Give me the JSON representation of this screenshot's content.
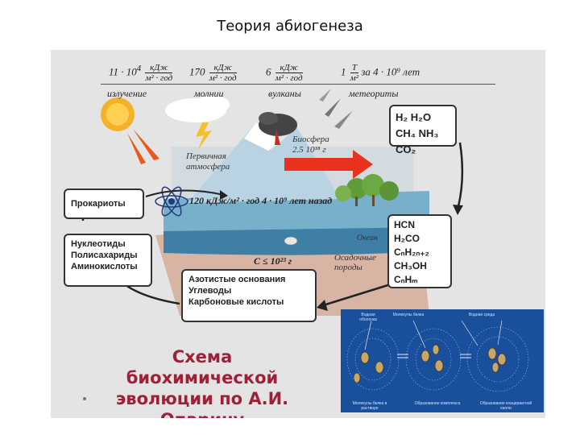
{
  "page": {
    "title": "Теория абиогенеза"
  },
  "energy_sources": [
    {
      "value": "11 · 10",
      "exp": "4",
      "unit_top": "кДж",
      "unit_bottom": "м² · год",
      "suffix": "",
      "label": "излучение"
    },
    {
      "value": "170",
      "exp": "",
      "unit_top": "кДж",
      "unit_bottom": "м² · год",
      "suffix": "",
      "label": "молнии"
    },
    {
      "value": "6",
      "exp": "",
      "unit_top": "кДж",
      "unit_bottom": "м² · год",
      "suffix": "",
      "label": "вулканы"
    },
    {
      "value": "1",
      "exp": "",
      "unit_top": "Т",
      "unit_bottom": "м²",
      "suffix": "за 4 · 10⁹ лет",
      "label": "метеориты"
    }
  ],
  "gases": {
    "line1": "H₂  H₂O",
    "line2": "CH₄  NH₃  CO₂"
  },
  "atmosphere_label": {
    "line1": "Первичная",
    "line2": "атмосфера"
  },
  "biosphere_label": {
    "line1": "Биосфера",
    "line2": "2.5 10¹⁸ г"
  },
  "flux_label": "120 кДж/м² · год  4 · 10⁹ лет назад",
  "prokaryotes": "Прокариоты",
  "polymers": [
    "Нуклеотиды",
    "Полисахариды",
    "Аминокислоты"
  ],
  "monomers": [
    "Азотистые основания",
    "Углеводы",
    "Карбоновые  кислоты"
  ],
  "organics": [
    "HCN",
    "H₂CO",
    "CₙH₂ₙ₊₂",
    "CH₃OH",
    "CₙHₘ"
  ],
  "ocean_label": "Океан",
  "sediment_label": {
    "line1": "Осадочные",
    "line2": "породы"
  },
  "carbon_label": "C ≤ 10²³ г",
  "caption": {
    "line1": "Схема биохимической",
    "line2": "эволюции по А.И. Опарину"
  },
  "inset_captions": [
    "Водная оболочка",
    "Молекулы белка",
    "Водная среда",
    "Молекулы белка в растворе",
    "Образование комплекса",
    "Образование коацерватной капли"
  ],
  "colors": {
    "sky": "#d7dde2",
    "sea": "#6fa9c7",
    "ground": "#d9b9a8",
    "arrow": "#e8321e",
    "caption": "#a0203a",
    "inset": "#1a4f9c"
  }
}
